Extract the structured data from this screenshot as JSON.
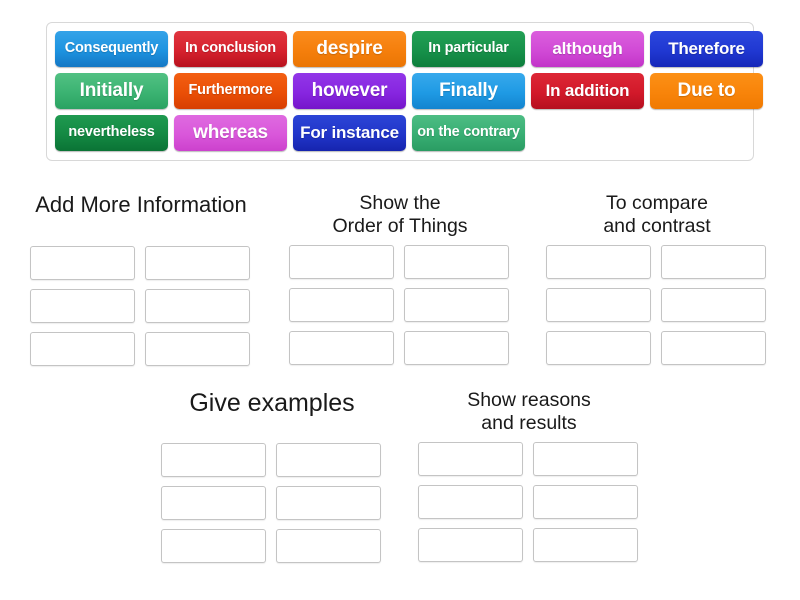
{
  "word_bank": {
    "name": "word-bank",
    "rows": [
      [
        {
          "label": "Consequently",
          "skin": "sk-blue",
          "size": "t-sm"
        },
        {
          "label": "In conclusion",
          "skin": "sk-crimson",
          "size": "t-sm"
        },
        {
          "label": "despire",
          "skin": "sk-orange",
          "size": "t-lg"
        },
        {
          "label": "In particular",
          "skin": "sk-green",
          "size": "t-sm"
        },
        {
          "label": "although",
          "skin": "sk-magenta",
          "size": "t-md"
        },
        {
          "label": "Therefore",
          "skin": "sk-navy",
          "size": "t-md"
        }
      ],
      [
        {
          "label": "Initially",
          "skin": "sk-seafoam",
          "size": "t-lg"
        },
        {
          "label": "Furthermore",
          "skin": "sk-orangered",
          "size": "t-sm"
        },
        {
          "label": "however",
          "skin": "sk-violet",
          "size": "t-lg"
        },
        {
          "label": "Finally",
          "skin": "sk-skyblue",
          "size": "t-lg"
        },
        {
          "label": "In addition",
          "skin": "sk-red",
          "size": "t-md"
        },
        {
          "label": "Due to",
          "skin": "sk-amber",
          "size": "t-lg"
        }
      ],
      [
        {
          "label": "nevertheless",
          "skin": "sk-forest",
          "size": "t-sm"
        },
        {
          "label": "whereas",
          "skin": "sk-orchid",
          "size": "t-lg"
        },
        {
          "label": "For instance",
          "skin": "sk-indigo",
          "size": "t-md"
        },
        {
          "label": "on the\ncontrary",
          "skin": "sk-jade",
          "size": "t-two"
        }
      ]
    ]
  },
  "groups": [
    {
      "title": "Add More Information",
      "slots": 6
    },
    {
      "title": "Show the\nOrder of Things",
      "slots": 6
    },
    {
      "title": "To compare\nand contrast",
      "slots": 6
    },
    {
      "title": "Give examples",
      "slots": 6
    },
    {
      "title": "Show reasons\nand results",
      "slots": 6
    }
  ],
  "colors": {
    "background": "#ffffff",
    "bank_border": "#d8d8d8",
    "slot_border": "#c4c4c4",
    "text": "#1a1a1a",
    "tile_text": "#ffffff"
  }
}
